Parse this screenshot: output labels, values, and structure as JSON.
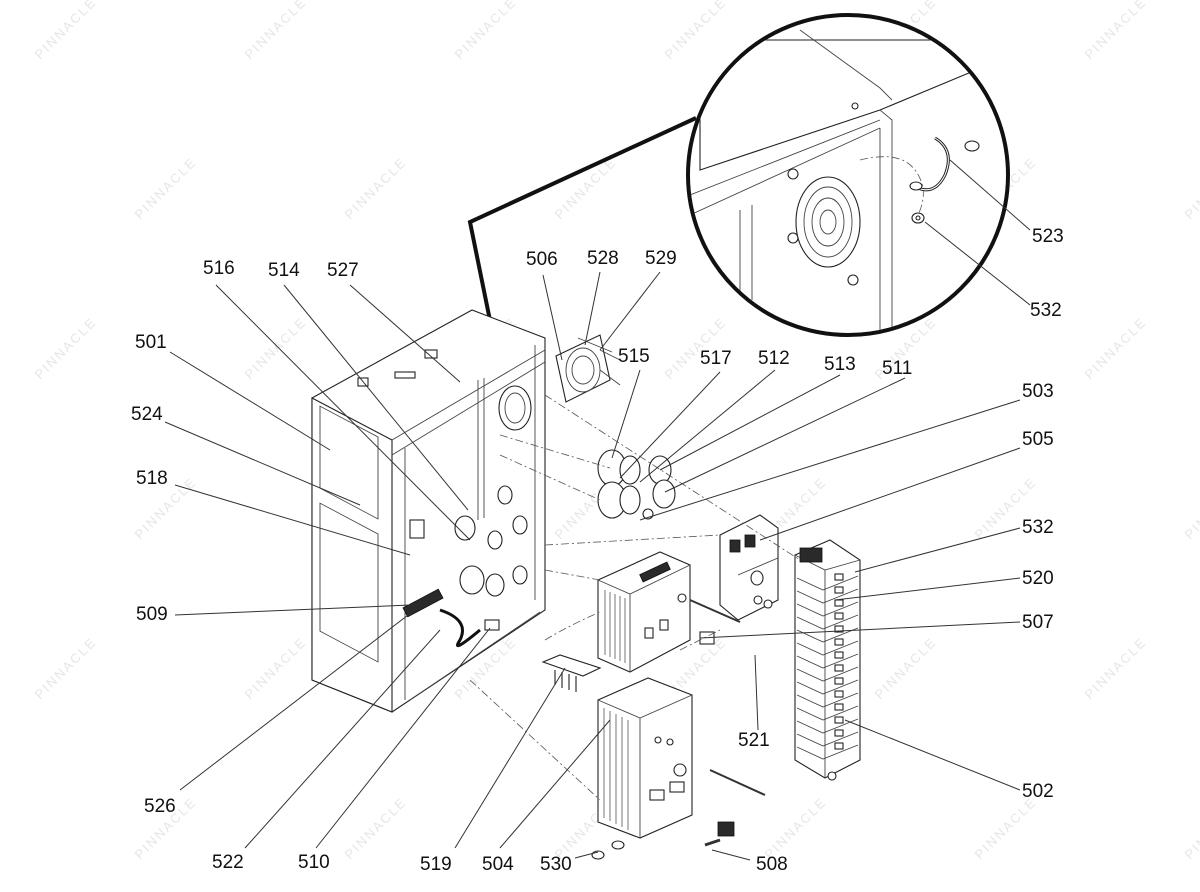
{
  "callouts": [
    {
      "label": "501",
      "name": "callout-501"
    },
    {
      "label": "502",
      "name": "callout-502"
    },
    {
      "label": "503",
      "name": "callout-503"
    },
    {
      "label": "504",
      "name": "callout-504"
    },
    {
      "label": "505",
      "name": "callout-505"
    },
    {
      "label": "506",
      "name": "callout-506"
    },
    {
      "label": "507",
      "name": "callout-507"
    },
    {
      "label": "508",
      "name": "callout-508"
    },
    {
      "label": "509",
      "name": "callout-509"
    },
    {
      "label": "510",
      "name": "callout-510"
    },
    {
      "label": "511",
      "name": "callout-511"
    },
    {
      "label": "512",
      "name": "callout-512"
    },
    {
      "label": "513",
      "name": "callout-513"
    },
    {
      "label": "514",
      "name": "callout-514"
    },
    {
      "label": "515",
      "name": "callout-515"
    },
    {
      "label": "516",
      "name": "callout-516"
    },
    {
      "label": "517",
      "name": "callout-517"
    },
    {
      "label": "518",
      "name": "callout-518"
    },
    {
      "label": "519",
      "name": "callout-519"
    },
    {
      "label": "520",
      "name": "callout-520"
    },
    {
      "label": "521",
      "name": "callout-521"
    },
    {
      "label": "522",
      "name": "callout-522"
    },
    {
      "label": "523",
      "name": "callout-523"
    },
    {
      "label": "524",
      "name": "callout-524"
    },
    {
      "label": "526",
      "name": "callout-526"
    },
    {
      "label": "527",
      "name": "callout-527"
    },
    {
      "label": "528",
      "name": "callout-528"
    },
    {
      "label": "529",
      "name": "callout-529"
    },
    {
      "label": "530",
      "name": "callout-530"
    },
    {
      "label": "532",
      "name": "callout-532-detail"
    },
    {
      "label": "532",
      "name": "callout-532-terminal"
    }
  ],
  "watermark": {
    "text": "PINNACLE"
  }
}
